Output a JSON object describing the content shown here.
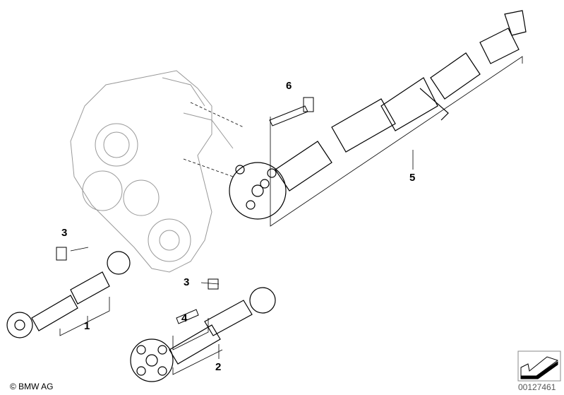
{
  "callouts": [
    {
      "num": "1",
      "part": "front-drive-shaft"
    },
    {
      "num": "2",
      "part": "front-drive-shaft-alt"
    },
    {
      "num": "3",
      "part": "bolt"
    },
    {
      "num": "3",
      "part": "bolt"
    },
    {
      "num": "4",
      "part": "bolt"
    },
    {
      "num": "5",
      "part": "rear-drive-shaft"
    },
    {
      "num": "6",
      "part": "bolt"
    }
  ],
  "footer": {
    "copyright": "© BMW AG",
    "diagram_id": "00127461"
  },
  "nav_icon": "arrow-back-icon"
}
